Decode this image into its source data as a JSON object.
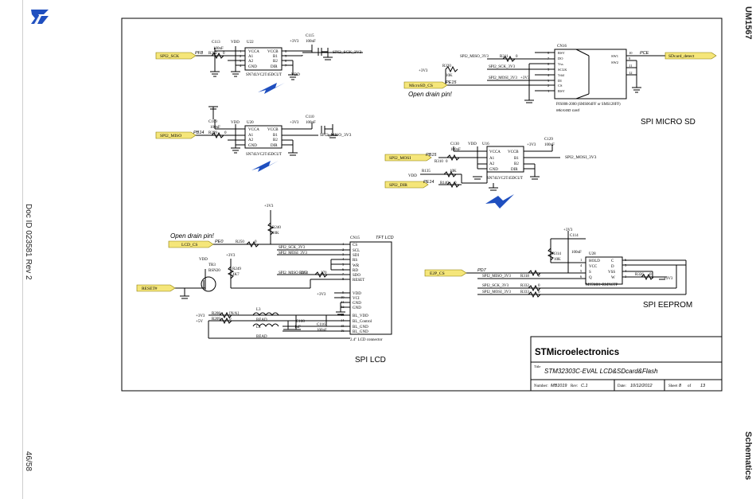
{
  "header": {
    "doc_number": "UM1567",
    "section": "Schematics"
  },
  "sidebar": {
    "doc_id": "Doc ID 023581 Rev 2",
    "page": "46/58"
  },
  "logo_icon": "st-logo-icon",
  "colors": {
    "net_label": "#f5e67a",
    "wire": "#000000",
    "arrow": "#1f4fbf"
  },
  "top_left": {
    "net_sck": "SPI2_SCK",
    "net_sck_pin": "PF8",
    "c113": "C113",
    "c113_v": "100nF",
    "vdd": "VDD",
    "u22": "U22",
    "r302": "R302",
    "r302_v": "0",
    "c115": "C115",
    "c115_v": "100nF",
    "v33": "+3V3",
    "out_sck": "SPI2_SCK_3V3",
    "ic_l": [
      "VCCA",
      "A1",
      "A2",
      "GND"
    ],
    "ic_r": [
      "VCCB",
      "B1",
      "B2",
      "DIR"
    ],
    "pins_l": [
      "1",
      "2",
      "3",
      "4"
    ],
    "pins_r": [
      "6",
      "5",
      "8",
      "7"
    ],
    "part": "SN74LVC2T45DCUT",
    "part_extra": "VDD"
  },
  "mid_left": {
    "net_miso": "SPI2_MISO",
    "net_miso_pin": "PB14",
    "c109": "C109",
    "c109_v": "100nF",
    "vdd": "VDD",
    "u20": "U20",
    "r299": "R299",
    "r299_v": "0",
    "c110": "C110",
    "c110_v": "100nF",
    "v33": "+3V3",
    "out_miso": "SPI2_MISO_3V3",
    "part": "SN74LVC2T45DCUT"
  },
  "mid_center": {
    "net_mosi": "SPI2_MOSI",
    "net_mosi_pin": "PB15",
    "net_dir": "SPI2_DIR",
    "net_dir_pin": "PE14",
    "c130": "C130",
    "c130_v": "100nF",
    "vdd": "VDD",
    "u16": "U16",
    "r310": "R310",
    "r310_v": "0",
    "r135": "R135",
    "r135_v": "10K",
    "r140": "R140",
    "r140_v": "0",
    "c129": "C129",
    "c129_v": "100nF",
    "v33": "+3V3",
    "out_mosi": "SPI2_MOSI_3V3",
    "part": "SN74LVC2T45DCUT"
  },
  "sd": {
    "title": "SPI MICRO SD",
    "cn": "CN16",
    "net_cs": "MicroSD_CS",
    "net_cs_pin": "PE15",
    "r320": "R320",
    "r320_v": "10K",
    "v33": "+3V3",
    "r311": "R311",
    "r311_v": "0",
    "net_miso": "SPI2_MISO_3V3",
    "net_sck": "SPI2_SCK_3V3",
    "net_mosi": "SPI2_MOSI_3V3",
    "pins": [
      "8",
      "7",
      "6",
      "5",
      "4",
      "3",
      "2",
      "1"
    ],
    "sig": [
      "RSV",
      "DO",
      "Vss",
      "SCLK",
      "Vdd",
      "DI",
      "CS",
      "RSV"
    ],
    "open_drain": "Open drain pin!",
    "part": "PJS008-2000 (SMS064FF or SMS128FF)",
    "desc": "MicroSD card",
    "sw_pins": [
      "10",
      "9",
      "11",
      "12"
    ],
    "sw": [
      "SW1",
      "SW2"
    ],
    "pce": "PCE",
    "net_detect": "SDcard_detect"
  },
  "lcd": {
    "title": "SPI LCD",
    "cn": "CN15",
    "ref": "TFT LCD",
    "v33": "+3V3",
    "r249": "R249",
    "r249_v": "4K7",
    "r240": "R240",
    "r240_v": "10K",
    "open_drain": "Open drain pin!",
    "net_cs": "LCD_CS",
    "net_cs_pin": "PE0",
    "r250": "R250",
    "r250_v": "0",
    "net_reset": "RESET#",
    "tr": "TR3",
    "tr_part": "BSN20",
    "vdd": "VDD",
    "r263": "R263",
    "r263_v": "270",
    "wires": [
      "SPI2_SCK_3V3",
      "SPI2_MOSI_3V3",
      "SPI2_MISO_3V3"
    ],
    "pins": [
      "1",
      "2",
      "3",
      "4",
      "5",
      "6",
      "7",
      "8",
      "9",
      "10",
      "11",
      "12",
      "13",
      "14",
      "15",
      "16"
    ],
    "sig": [
      "CS",
      "SCL",
      "SDI",
      "RS",
      "WR",
      "RD",
      "SDO",
      "RESET",
      "VDD",
      "VCI",
      "GND",
      "GND",
      "BL_VDD",
      "BL_Control",
      "BL_GND",
      "BL_GND"
    ],
    "r208": "R208",
    "r208_v": "0",
    "r209": "R209",
    "r209_v": "0",
    "na": "[N/A]",
    "v5": "+5V",
    "l3": "L3",
    "l4": "L4",
    "bead": "BEAD",
    "c100": "C100",
    "c100_v": "1uF",
    "c116": "C116",
    "c116_v": "100nF",
    "part": "2.4\" LCD connector"
  },
  "eeprom": {
    "title": "SPI EEPROM",
    "v33": "+3V3",
    "c114": "C114",
    "c114_v": "100nF",
    "r314": "R314",
    "r314_v": "10K",
    "u28": "U28",
    "net_cs": "E2P_CS",
    "net_cs_pin": "PD7",
    "left_pins": [
      "1",
      "4",
      "5",
      "6"
    ],
    "ic_l": [
      "HOLD",
      "VCC",
      "S",
      "Q"
    ],
    "ic_r": [
      "C",
      "D",
      "VSS",
      "W"
    ],
    "right_pins": [
      "6",
      "5",
      "4",
      "3"
    ],
    "r318": "R318",
    "r318_v": "0",
    "r326": "R326",
    "r326_v": "0",
    "r332": "R332",
    "r332_v": "0",
    "r333": "R333",
    "r333_v": "0",
    "net_miso": "SPI2_MISO_3V3",
    "net_sck": "SPI2_SCK_3V3",
    "net_mosi": "SPI2_MOSI_3V3",
    "part": "M95M01-RMN6TP"
  },
  "titleblock": {
    "company": "STMicroelectronics",
    "title_lbl": "Title",
    "title": "STM32303C-EVAL LCD&SDcard&Flash",
    "number_lbl": "Number:",
    "number": "MB1019",
    "rev_lbl": "Rev:",
    "rev": "C.1",
    "date_lbl": "Date:",
    "date": "10/12/2012",
    "sheet_lbl": "Sheet",
    "sheet": "8",
    "of_lbl": "of",
    "of": "13"
  }
}
